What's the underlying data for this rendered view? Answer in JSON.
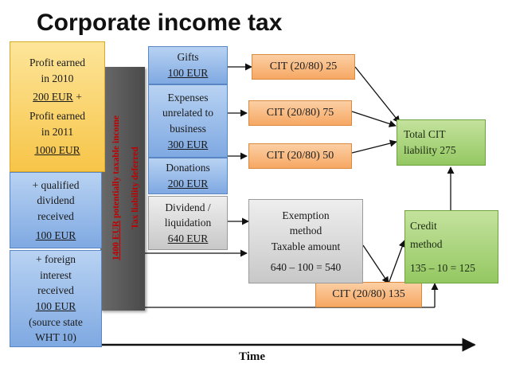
{
  "title": "Corporate income tax",
  "profit_box": {
    "l1": "Profit earned",
    "l2": "in 2010",
    "l3_amount": "200 EUR",
    "l3_plus": " +",
    "l4": "Profit earned",
    "l5": "in 2011",
    "l6": "1000 EUR"
  },
  "dividend_box": {
    "l1": "+ qualified",
    "l2": "dividend",
    "l3": "received",
    "l4": "100 EUR"
  },
  "interest_box": {
    "l1": "+ foreign",
    "l2": "interest",
    "l3": "received",
    "l4": "100 EUR",
    "l5": "(source state",
    "l6": "WHT 10)"
  },
  "vertical": {
    "potential_amount": "1400 EUR",
    "potential_rest": " potentially taxable income",
    "deferred": "Tax liability deferred"
  },
  "gifts_box": {
    "l1": "Gifts",
    "l2": "100 EUR"
  },
  "expenses_box": {
    "l1": "Expenses",
    "l2": "unrelated to",
    "l3": "business",
    "l4": "300 EUR"
  },
  "donations_box": {
    "l1": "Donations",
    "l2": "200 EUR"
  },
  "liquidation_box": {
    "l1": "Dividend /",
    "l2": "liquidation",
    "l3": "640 EUR"
  },
  "cit_boxes": {
    "a": "CIT (20/80) 25",
    "b": "CIT (20/80) 75",
    "c": "CIT (20/80) 50",
    "d": "CIT (20/80) 135"
  },
  "exemption_box": {
    "l1": "Exemption",
    "l2": "method",
    "l3": "Taxable amount",
    "l4": "640 – 100 = 540"
  },
  "credit_box": {
    "l1": "Credit",
    "l2": "method",
    "l3": "135 – 10 = 125"
  },
  "total_box": {
    "l1": "Total CIT",
    "l2": "liability 275"
  },
  "axis": {
    "label": "Time"
  }
}
